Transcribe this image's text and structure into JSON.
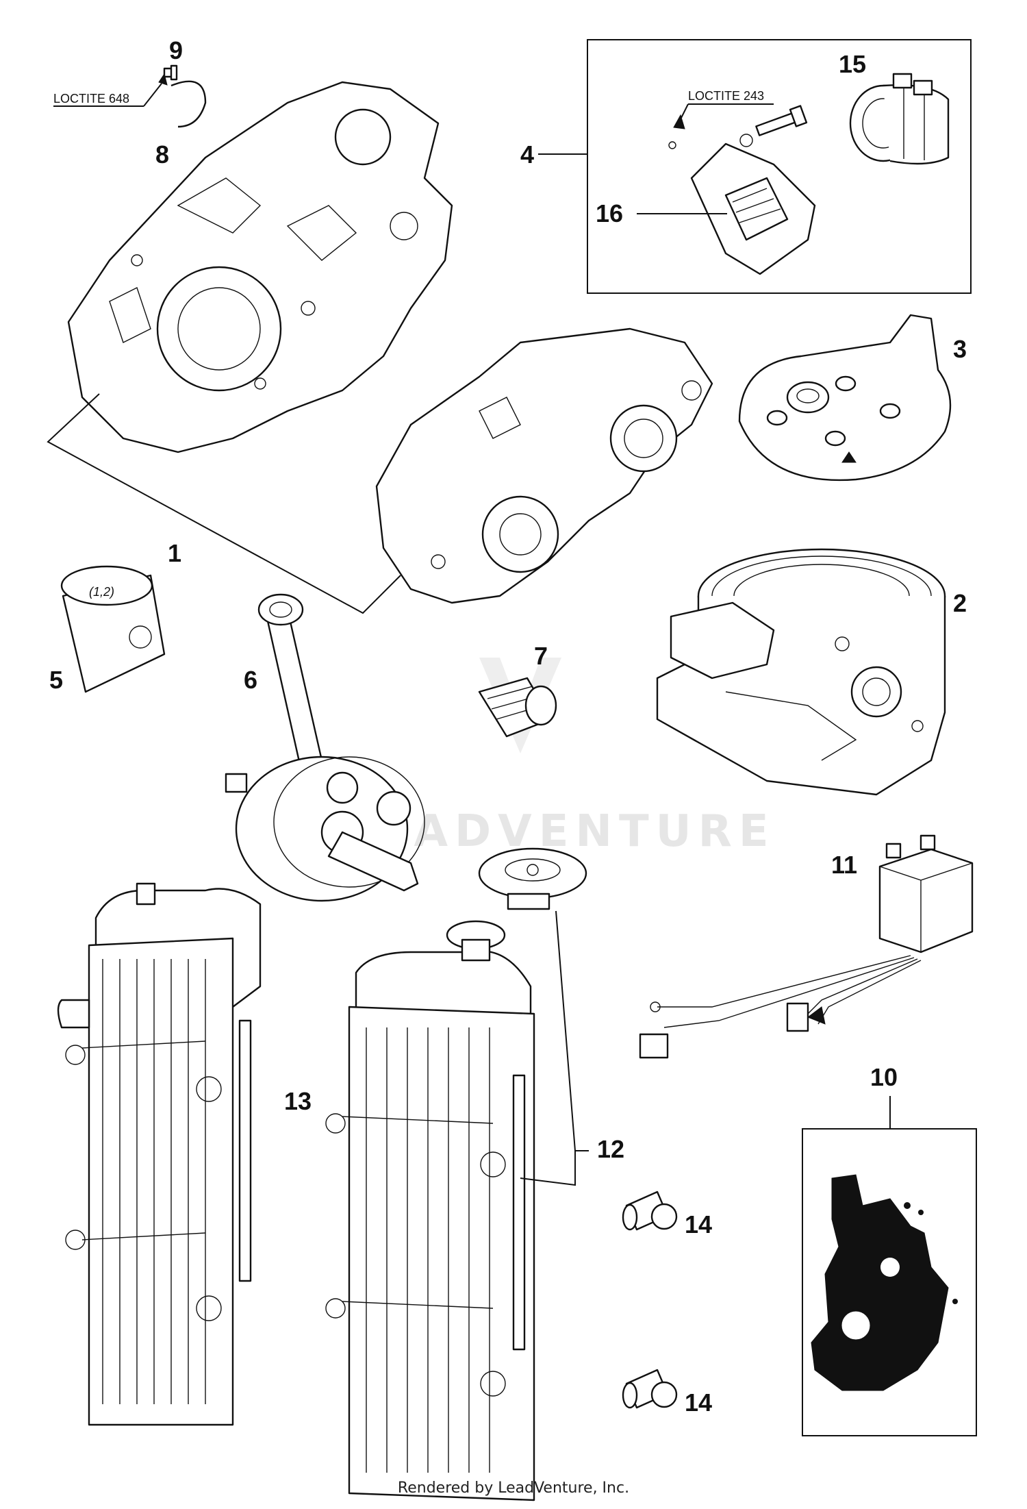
{
  "callouts": {
    "c1": "1",
    "c2": "2",
    "c3": "3",
    "c4": "4",
    "c5": "5",
    "c6": "6",
    "c7": "7",
    "c8": "8",
    "c9": "9",
    "c10": "10",
    "c11": "11",
    "c12": "12",
    "c13": "13",
    "c14a": "14",
    "c14b": "14",
    "c15": "15",
    "c16": "16"
  },
  "notes": {
    "loctite_648": "LOCTITE 648",
    "loctite_243": "LOCTITE 243",
    "piston_mark": "(1,2)"
  },
  "watermark": "LEADVENTURE",
  "footer": "Rendered by LeadVenture, Inc."
}
